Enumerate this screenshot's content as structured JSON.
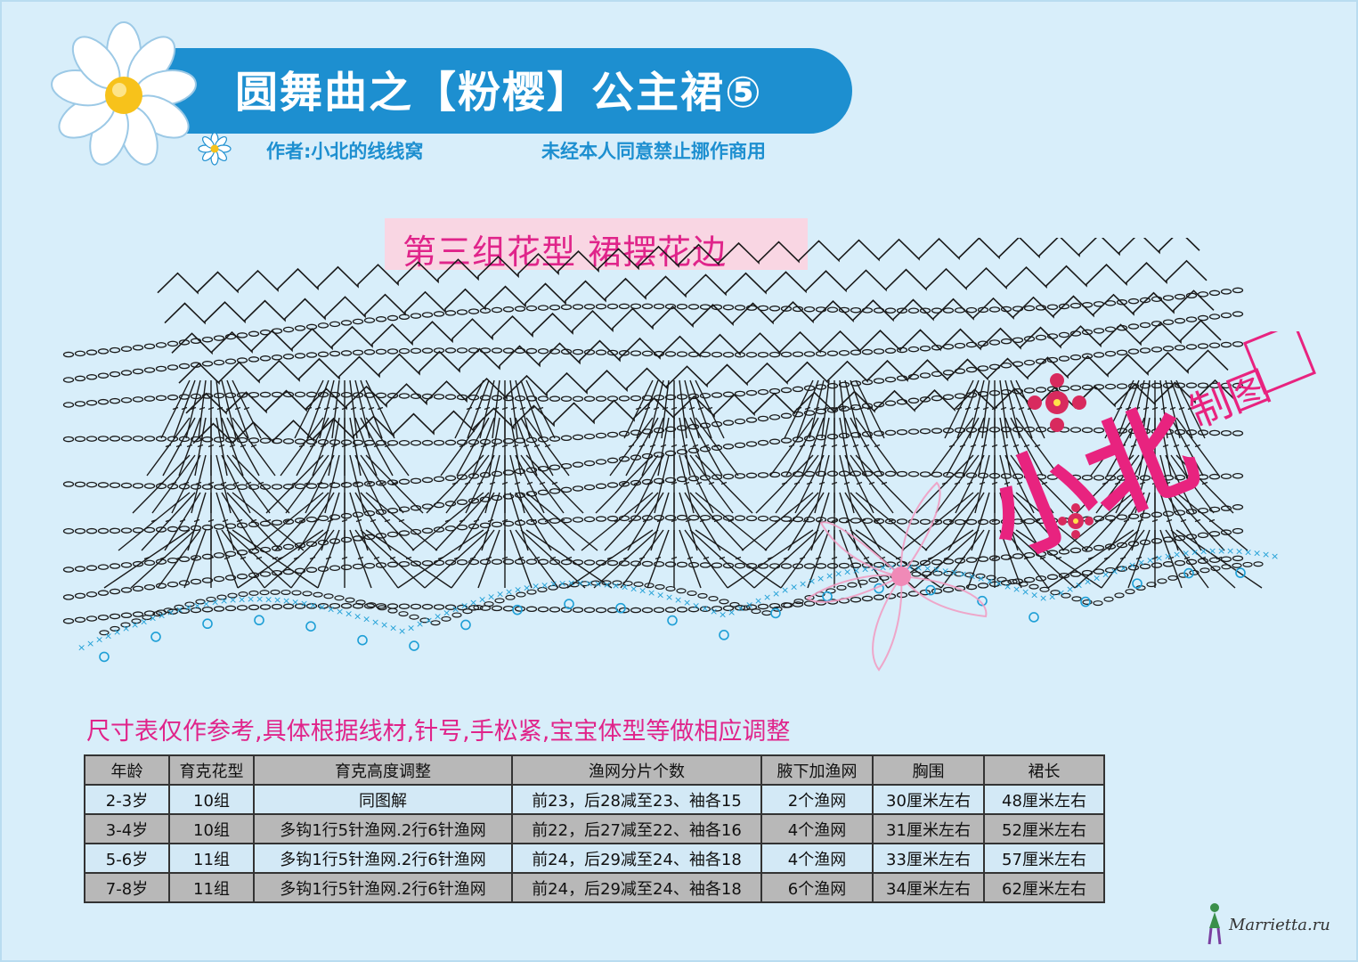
{
  "header": {
    "title": "圆舞曲之【粉樱】公主裙⑤",
    "author": "作者:小北的线线窝",
    "copyright": "未经本人同意禁止挪作商用"
  },
  "section": {
    "title": "第三组花型  裙摆花边"
  },
  "stamp": {
    "name": "小北",
    "label": "制图"
  },
  "size_note": "尺寸表仅作参考,具体根据线材,针号,手松紧,宝宝体型等做相应调整",
  "size_table": {
    "headers": [
      "年龄",
      "育克花型",
      "育克高度调整",
      "渔网分片个数",
      "腋下加渔网",
      "胸围",
      "裙长"
    ],
    "rows": [
      [
        "2-3岁",
        "10组",
        "同图解",
        "前23，后28减至23、袖各15",
        "2个渔网",
        "30厘米左右",
        "48厘米左右"
      ],
      [
        "3-4岁",
        "10组",
        "多钩1行5针渔网.2行6针渔网",
        "前22，后27减至22、袖各16",
        "4个渔网",
        "31厘米左右",
        "52厘米左右"
      ],
      [
        "5-6岁",
        "11组",
        "多钩1行5针渔网.2行6针渔网",
        "前24，后29减至24、袖各18",
        "4个渔网",
        "33厘米左右",
        "57厘米左右"
      ],
      [
        "7-8岁",
        "11组",
        "多钩1行5针渔网.2行6针渔网",
        "前24，后29减至24、袖各18",
        "6个渔网",
        "34厘米左右",
        "62厘米左右"
      ]
    ]
  },
  "watermark": "Marrietta.ru",
  "colors": {
    "background": "#d8eefa",
    "banner": "#1d8fd0",
    "accent_pink": "#e0248a",
    "stitch_dark": "#1a1a1a",
    "stitch_blue": "#1e9fd6"
  }
}
